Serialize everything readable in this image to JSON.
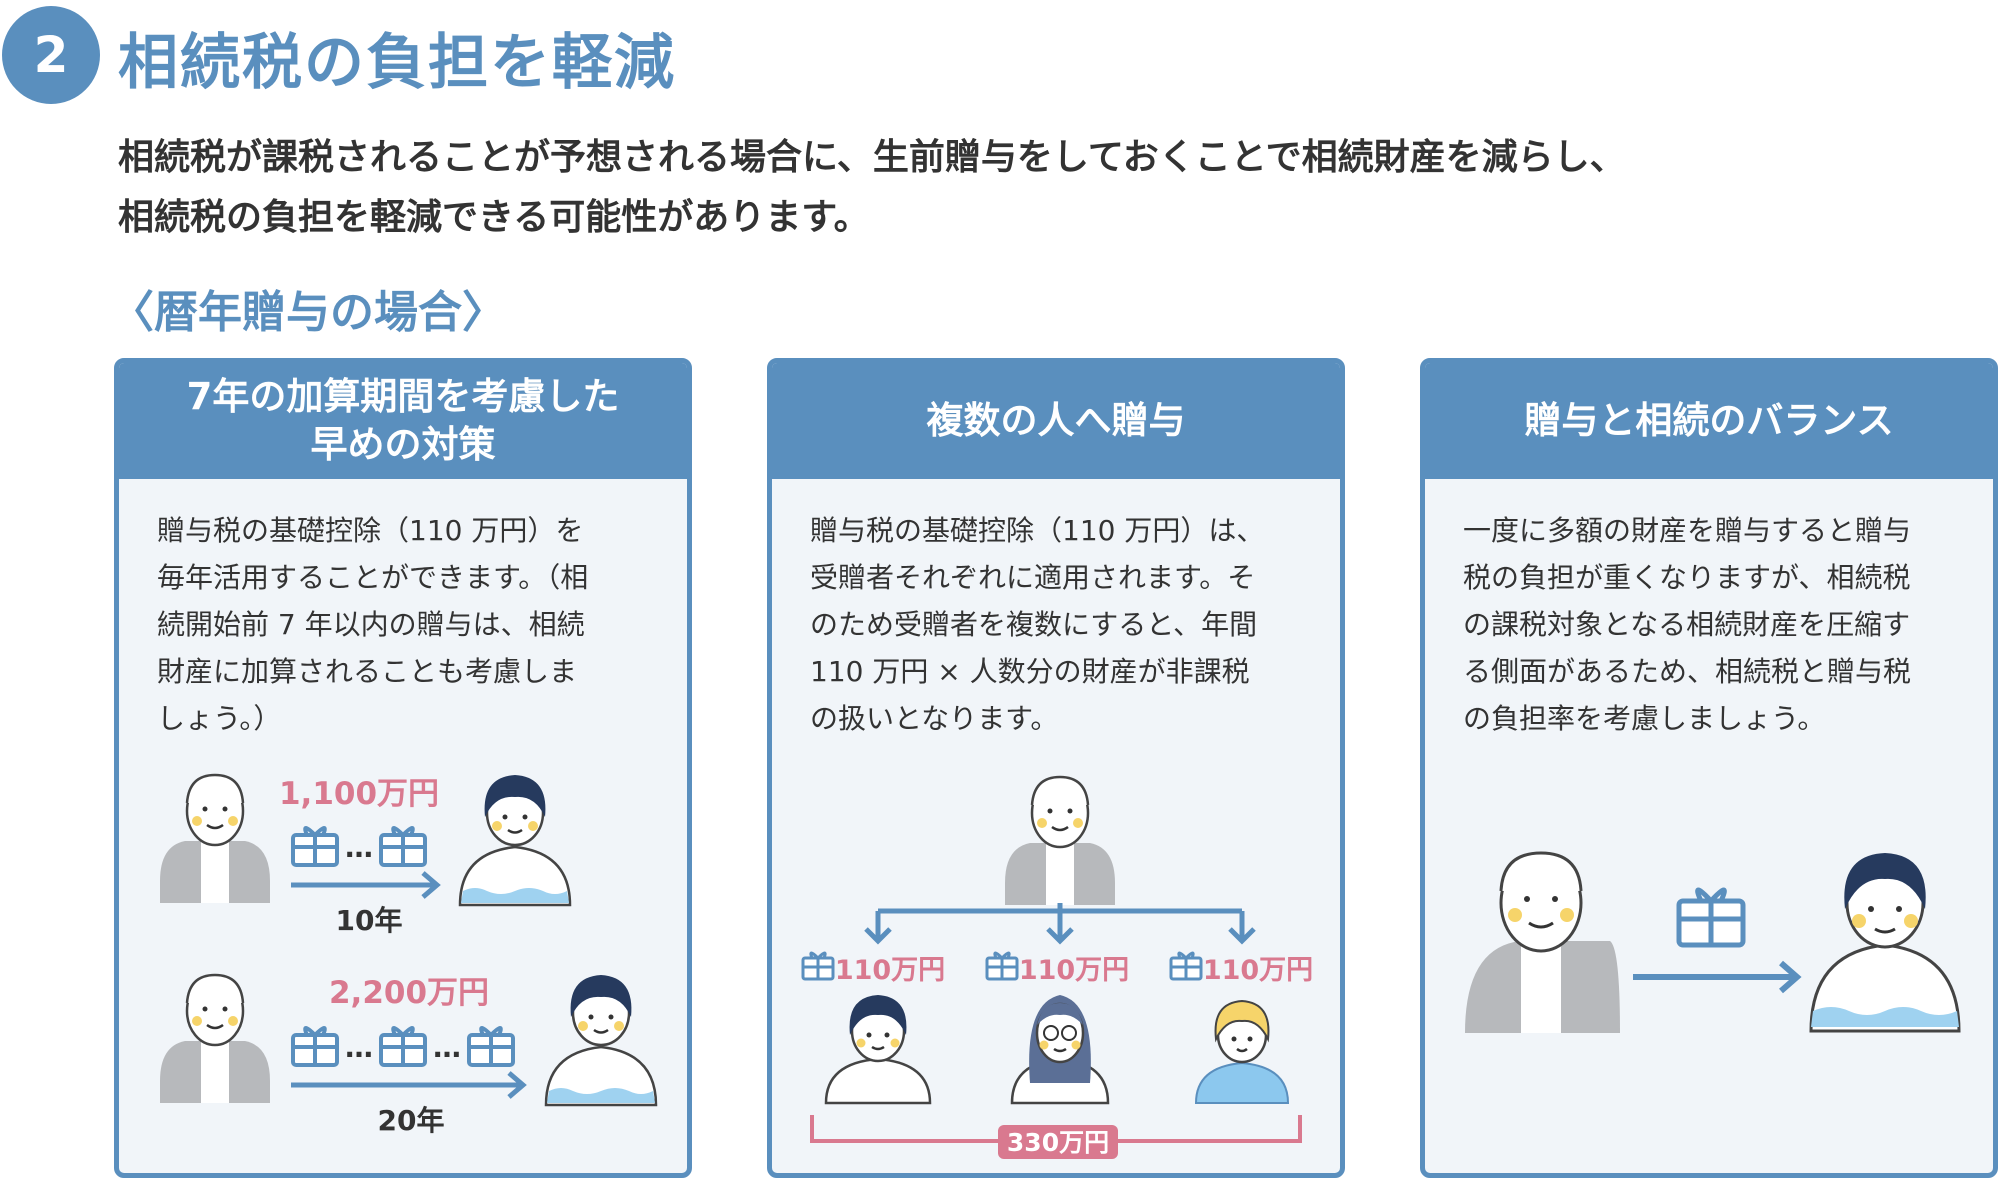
{
  "header": {
    "number": "2",
    "title": "相続税の負担を軽減"
  },
  "intro": {
    "line1": "相続税が課税されることが予想される場合に、生前贈与をしておくことで相続財産を減らし、",
    "line2": "相続税の負担を軽減できる可能性があります。"
  },
  "section_label": "〈暦年贈与の場合〉",
  "cards": [
    {
      "title_line1": "7年の加算期間を考慮した",
      "title_line2": "早めの対策",
      "body": [
        "贈与税の基礎控除（110 万円）を",
        "毎年活用することができます。（相",
        "続開始前 7 年以内の贈与は、相続",
        "財産に加算されることも考慮しま",
        "しょう。）"
      ],
      "examples": [
        {
          "amount": "1,100万円",
          "years": "10年"
        },
        {
          "amount": "2,200万円",
          "years": "20年"
        }
      ]
    },
    {
      "title": "複数の人へ贈与",
      "body": [
        "贈与税の基礎控除（110 万円）は、",
        "受贈者それぞれに適用されます。そ",
        "のため受贈者を複数にすると、年間",
        "110 万円 × 人数分の財産が非課税",
        "の扱いとなります。"
      ],
      "per_person_amount": "110万円",
      "total": "330万円"
    },
    {
      "title": "贈与と相続のバランス",
      "body": [
        "一度に多額の財産を贈与すると贈与",
        "税の負担が重くなりますが、相続税",
        "の課税対象となる相続財産を圧縮す",
        "る側面があるため、相続税と贈与税",
        "の負担率を考慮しましょう。"
      ]
    }
  ],
  "colors": {
    "accent": "#5a8fbe",
    "card_bg": "#f1f5f9",
    "pink": "#d9798f"
  }
}
